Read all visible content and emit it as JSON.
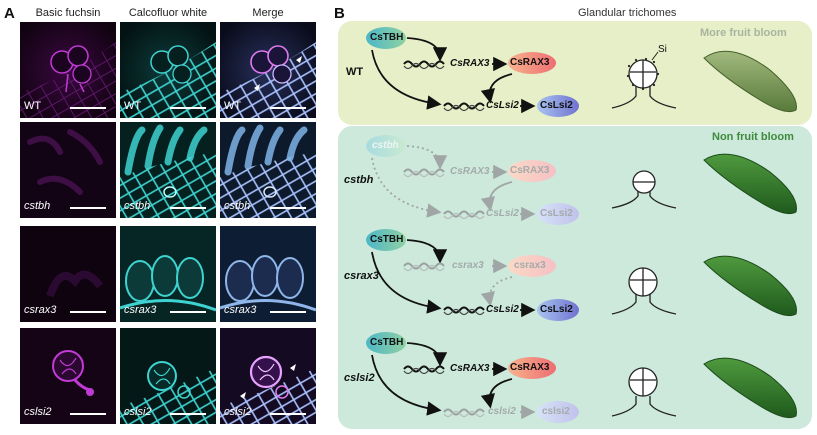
{
  "panel_a": {
    "letter": "A",
    "columns": [
      "Basic fuchsin",
      "Calcofluor white",
      "Merge"
    ],
    "rows": [
      "WT",
      "cstbh",
      "csrax3",
      "cslsi2"
    ]
  },
  "panel_b": {
    "letter": "B",
    "title": "Glandular trichomes",
    "top_box_label": "More fruit bloom",
    "bottom_box_label": "Non fruit bloom",
    "si_label": "Si",
    "rows": [
      {
        "genotype": "WT",
        "protein1": "CsTBH",
        "gene2": "CsRAX3",
        "protein2": "CsRAX3",
        "gene3": "CsLsi2",
        "protein3": "CsLsi2"
      },
      {
        "genotype": "cstbh",
        "protein1": "cstbh",
        "gene2": "CsRAX3",
        "protein2": "CsRAX3",
        "gene3": "CsLsi2",
        "protein3": "CsLsi2"
      },
      {
        "genotype": "csrax3",
        "protein1": "CsTBH",
        "gene2": "csrax3",
        "protein2": "csrax3",
        "gene3": "CsLsi2",
        "protein3": "CsLsi2"
      },
      {
        "genotype": "cslsi2",
        "protein1": "CsTBH",
        "gene2": "CsRAX3",
        "protein2": "CsRAX3",
        "gene3": "cslsi2",
        "protein3": "cslsi2"
      }
    ]
  },
  "colors": {
    "fuchsin": "#c23ad6",
    "calcofluor": "#3ed3d0",
    "merge": "#9fb7ff",
    "top_box": "#e6efc7",
    "bottom_box": "#cce9dc",
    "cucumber_dark": "#2f7a2b",
    "cucumber_bloom": "#7ea05a",
    "tbh_oval": "#5ec3b5",
    "rax3_oval": "#f08a6c",
    "lsi2_oval": "#7d83d6"
  }
}
